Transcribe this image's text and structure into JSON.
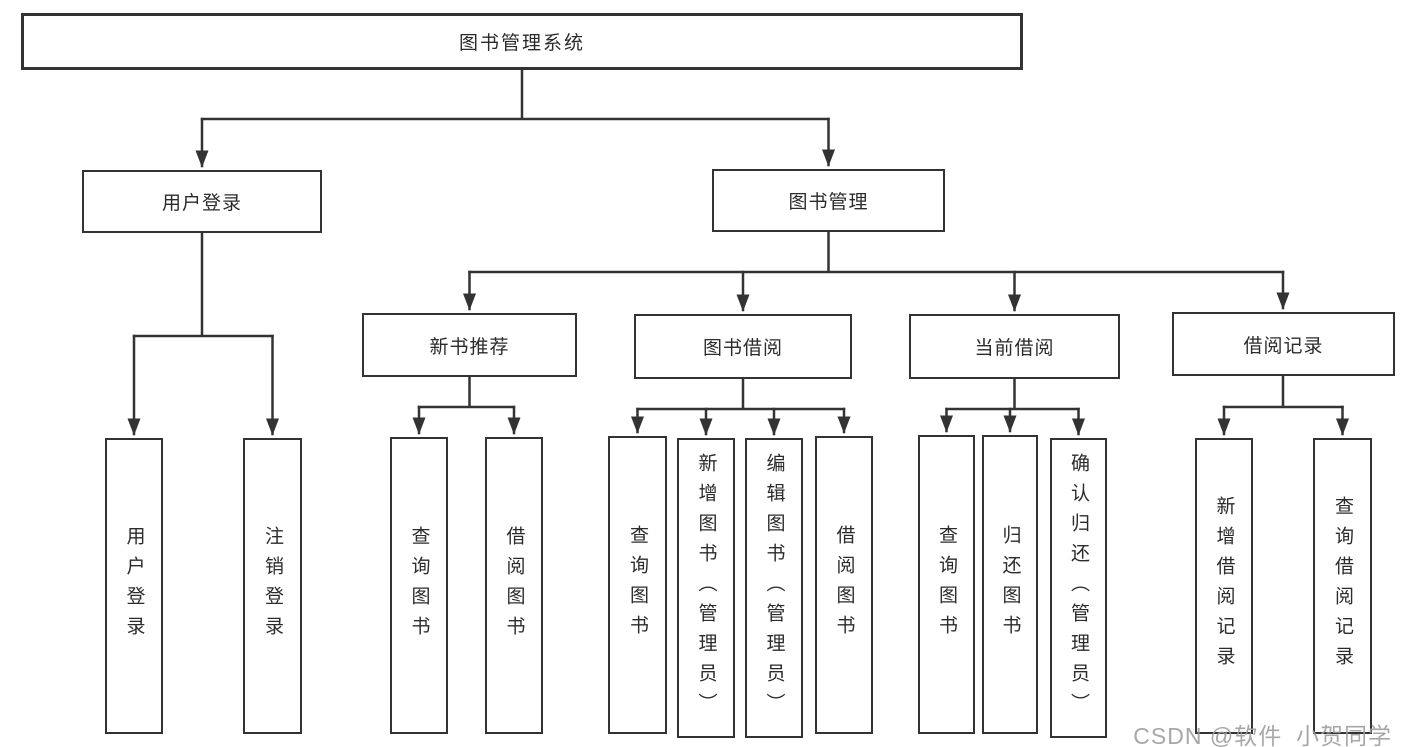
{
  "colors": {
    "line": "#333333",
    "box_border": "#333333",
    "box_background": "#ffffff",
    "text": "#2b2b2b",
    "watermark": "#9e9e9e"
  },
  "watermark": {
    "text": "CSDN @软件_小贺同学"
  },
  "tree": {
    "root": {
      "label": "图书管理系统",
      "children": [
        {
          "label": "用户登录",
          "children": [
            {
              "label": "用户登录"
            },
            {
              "label": "注销登录"
            }
          ]
        },
        {
          "label": "图书管理",
          "children": [
            {
              "label": "新书推荐",
              "children": [
                {
                  "label": "查询图书"
                },
                {
                  "label": "借阅图书"
                }
              ]
            },
            {
              "label": "图书借阅",
              "children": [
                {
                  "label": "查询图书"
                },
                {
                  "label": "新增图书（管理员）"
                },
                {
                  "label": "编辑图书（管理员）"
                },
                {
                  "label": "借阅图书"
                }
              ]
            },
            {
              "label": "当前借阅",
              "children": [
                {
                  "label": "查询图书"
                },
                {
                  "label": "归还图书"
                },
                {
                  "label": "确认归还（管理员）"
                }
              ]
            },
            {
              "label": "借阅记录",
              "children": [
                {
                  "label": "新增借阅记录"
                },
                {
                  "label": "查询借阅记录"
                }
              ]
            }
          ]
        }
      ]
    }
  }
}
